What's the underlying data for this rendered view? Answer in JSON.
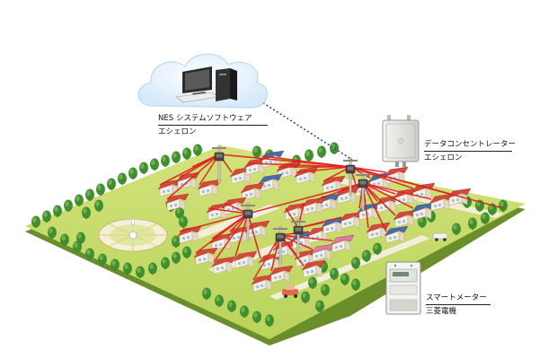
{
  "labels": {
    "nes_software": {
      "line1": "NES システムソフトウェア",
      "line2": "エシェロン"
    },
    "data_concentrator": {
      "line1": "データコンセントレーター",
      "line2": "エシェロン"
    },
    "smart_meter": {
      "line1": "スマートメーター",
      "line2": "三菱電機"
    }
  },
  "colors": {
    "network_link": "#e01e1e",
    "wan_link": "#1f4e9c",
    "grass_light": "#c9dc6c",
    "grass_dark": "#8cb23a",
    "road": "#f1ecd9",
    "cloud": "#dfeefb",
    "roof_red": "#d9473c",
    "roof_blue": "#3b6fb8",
    "roof_pink": "#e07aa8",
    "tree": "#3f8f2f"
  },
  "icons": [
    "computer-icon",
    "data-concentrator-icon",
    "smart-meter-icon",
    "house-icon",
    "tree-icon",
    "utility-pole-icon",
    "car-icon"
  ]
}
